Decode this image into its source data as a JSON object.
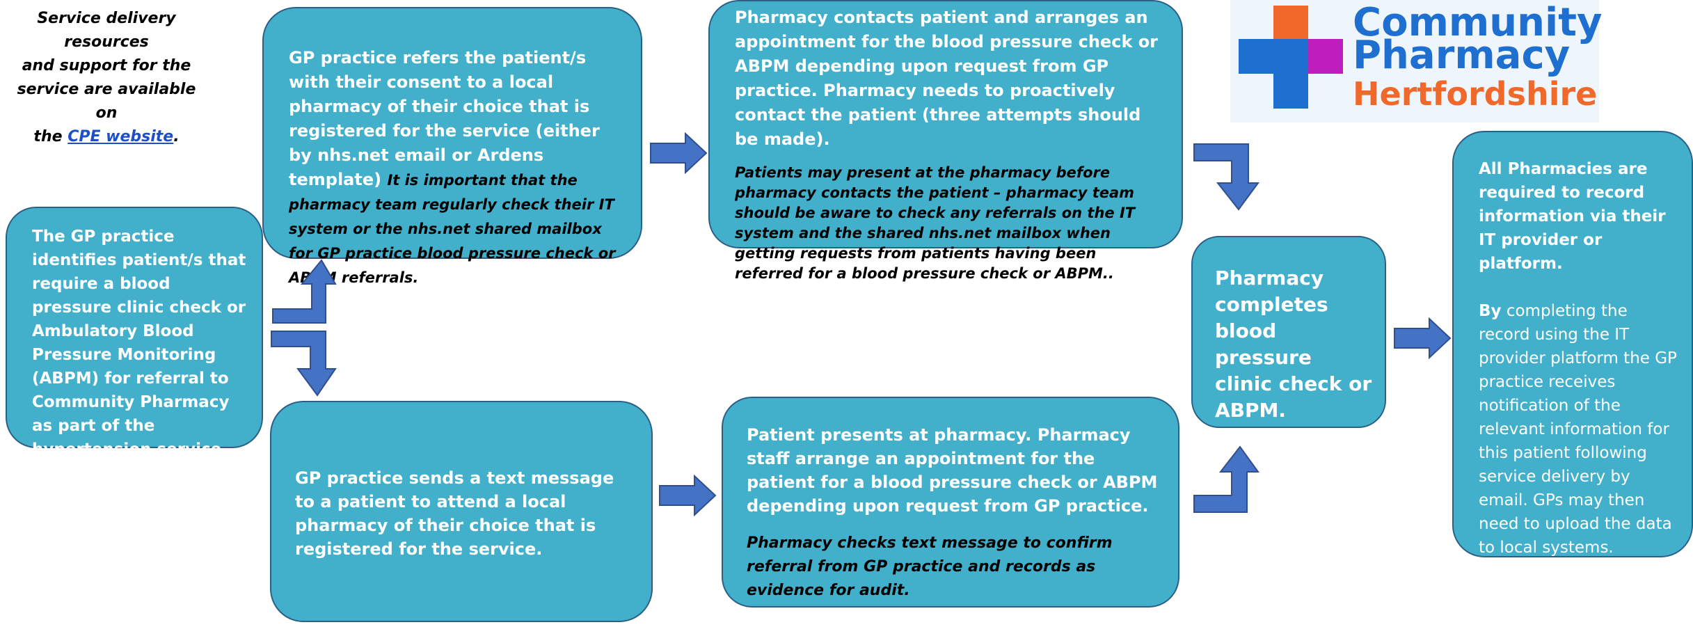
{
  "note": {
    "line1": "Service delivery resources",
    "line2": "and support for the",
    "line3": "service are available on",
    "prefix": "the ",
    "link": "CPE website",
    "suffix": "."
  },
  "boxes": {
    "identify": "The GP practice identifies patient/s that require a blood pressure clinic check or Ambulatory Blood Pressure Monitoring (ABPM) for referral to Community Pharmacy  as part of the hypertension service.",
    "refer_main": "GP practice refers the patient/s with their consent to a local pharmacy of their choice that is registered for the service (either by nhs.net email or Ardens template) ",
    "refer_note": "It is important that the pharmacy team regularly check their IT system or the nhs.net shared mailbox for GP practice blood pressure check or ABPM referrals.",
    "contact_main": "Pharmacy contacts patient and arranges an appointment for the blood pressure check or ABPM depending upon request from GP practice. Pharmacy needs to proactively contact the patient (three attempts should be made).",
    "contact_note": "Patients may present at the pharmacy before pharmacy contacts the patient – pharmacy team should be aware to check any referrals on the IT system and the shared nhs.net mailbox when getting requests from patients having been referred for  a blood pressure check or ABPM..",
    "text_msg": "GP practice sends a text message to a patient to attend a local pharmacy of their choice that is registered for the service.",
    "present_main": "Patient presents at pharmacy. Pharmacy staff arrange an appointment for the patient for a blood pressure check or ABPM depending upon request from GP practice.",
    "present_note": "Pharmacy checks text message to confirm referral from GP practice and records as evidence for audit.",
    "complete": "Pharmacy completes blood pressure clinic check or ABPM.",
    "record_bold": "All Pharmacies are required to record information  via their IT provider or platform.",
    "record_by": "By",
    "record_rest": " completing the record using the IT provider platform the GP practice receives notification of the relevant information for this patient following service delivery by email. GPs may then need to upload the data to local systems."
  },
  "logo": {
    "line1": "Community",
    "line2": "Pharmacy",
    "line3": "Hertfordshire",
    "colors": {
      "orange": "#f0682a",
      "blue": "#1f6fd0",
      "magenta": "#c01fc0"
    }
  },
  "colors": {
    "box_fill": "#42b0cb",
    "box_border": "#2a5f86",
    "arrow": "#4472c4"
  }
}
